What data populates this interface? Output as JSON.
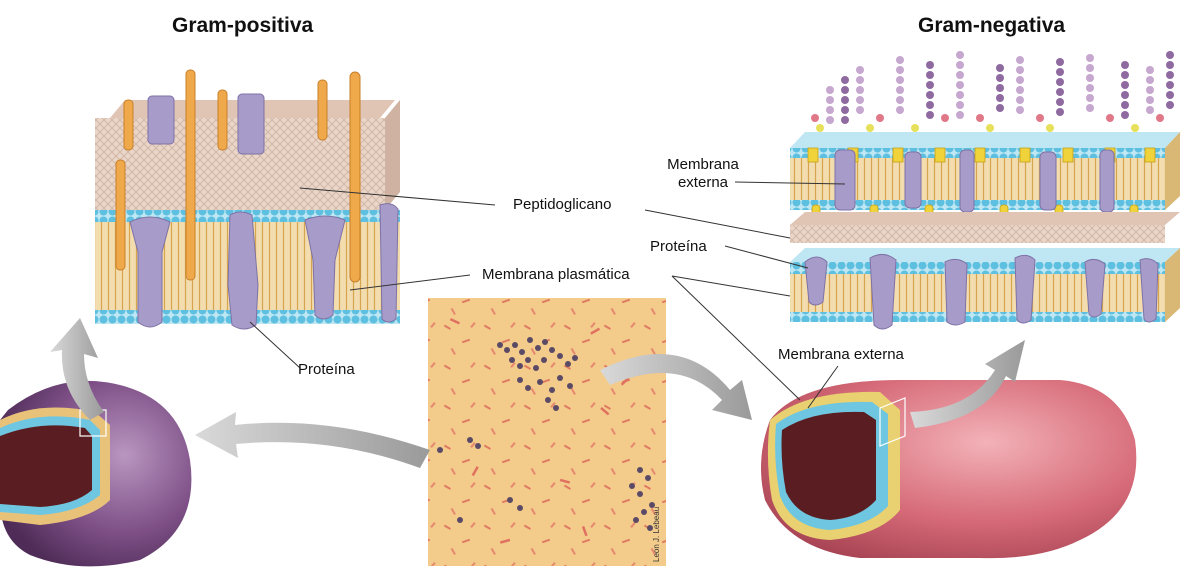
{
  "titles": {
    "gram_positive": "Gram-positiva",
    "gram_negative": "Gram-negativa"
  },
  "labels": {
    "peptidoglycan": "Peptidoglicano",
    "plasma_membrane": "Membrana plasmática",
    "protein_left": "Proteína",
    "protein_right": "Proteína",
    "outer_membrane_top_line1": "Membrana",
    "outer_membrane_top_line2": "externa",
    "outer_membrane_cell": "Membrana externa"
  },
  "photo_credit": "Leon J. Lebeau",
  "colors": {
    "peptidoglycan": "#e8d2c4",
    "lipid_head": "#6fc6e0",
    "lipid_tail": "#e9c27a",
    "protein": "#a79cc9",
    "orange_chain": "#f0a94a",
    "purple_cell": "#7d4f86",
    "pink_cell": "#d66a78",
    "cytoplasm": "#5a1e22",
    "arrow": "#b9b9b9",
    "stain_background": "#f2c986",
    "gram_positive_stain": "#5b4a66",
    "gram_negative_stain": "#e07060"
  }
}
